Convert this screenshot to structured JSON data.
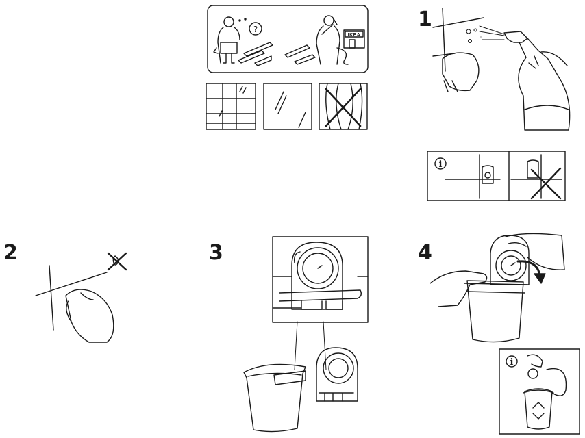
{
  "steps": [
    {
      "number": "1"
    },
    {
      "number": "2"
    },
    {
      "number": "3"
    },
    {
      "number": "4"
    }
  ],
  "notes": {
    "help_brand": "IKEA",
    "question_mark": "?",
    "info_symbol": "i"
  }
}
